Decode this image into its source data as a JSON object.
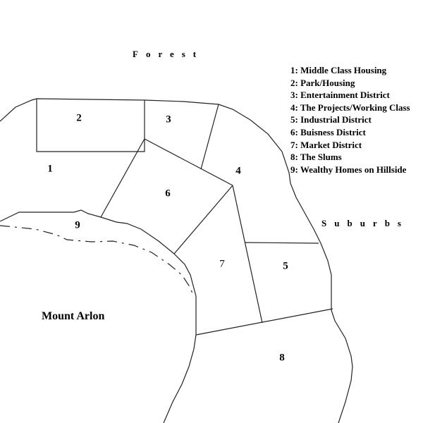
{
  "map": {
    "surroundings": {
      "north": "Forest",
      "east": "Suburbs",
      "southwest": "Mount Arlon"
    },
    "regions": [
      {
        "number": "1",
        "name": "Middle Class Housing"
      },
      {
        "number": "2",
        "name": "Park/Housing"
      },
      {
        "number": "3",
        "name": "Entertainment District"
      },
      {
        "number": "4",
        "name": "The Projects/Working Class"
      },
      {
        "number": "5",
        "name": "Industrial District"
      },
      {
        "number": "6",
        "name": "Buisness District"
      },
      {
        "number": "7",
        "name": "Market District"
      },
      {
        "number": "8",
        "name": "The Slums"
      },
      {
        "number": "9",
        "name": "Wealthy Homes on Hillside"
      }
    ],
    "legend": [
      "1: Middle Class Housing",
      "2: Park/Housing",
      "3: Entertainment District",
      "4: The Projects/Working Class",
      "5: Industrial District",
      "6: Buisness District",
      "7: Market District",
      "8: The Slums",
      "9: Wealthy Homes on Hillside"
    ]
  }
}
